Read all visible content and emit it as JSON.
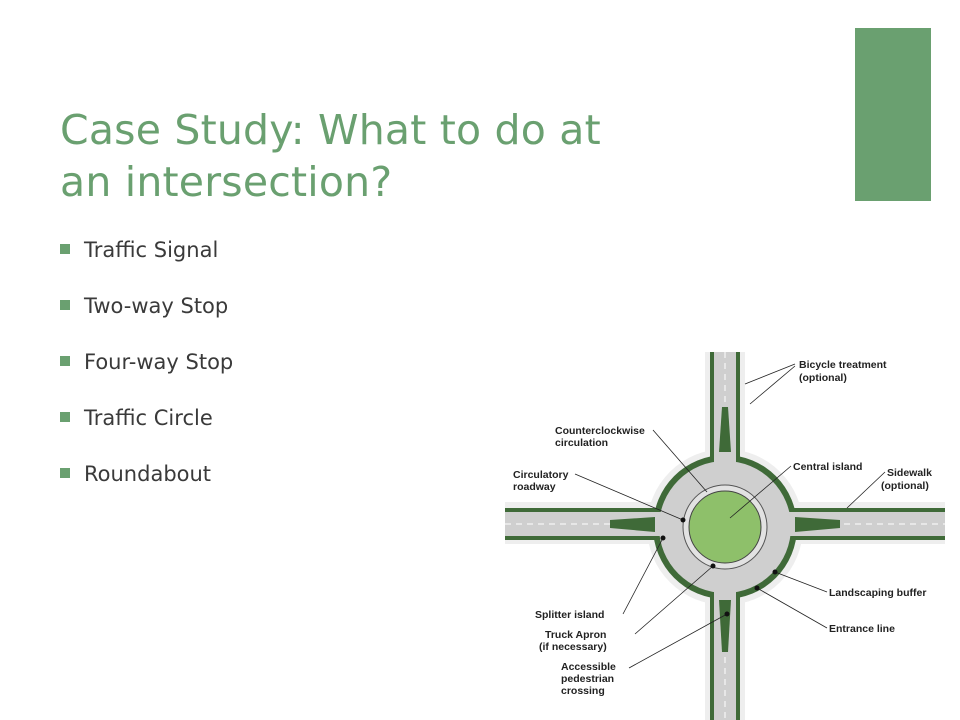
{
  "slide": {
    "title_line1": "Case Study: What to do at",
    "title_line2": "an intersection?",
    "bullets": [
      "Traffic Signal",
      "Two-way Stop",
      "Four-way Stop",
      "Traffic Circle",
      "Roundabout"
    ]
  },
  "diagram": {
    "labels": {
      "bicycle_1": "Bicycle treatment",
      "bicycle_2": "(optional)",
      "ccw_1": "Counterclockwise",
      "ccw_2": "circulation",
      "central_island": "Central island",
      "circ_1": "Circulatory",
      "circ_2": "roadway",
      "sidewalk_1": "Sidewalk",
      "sidewalk_2": "(optional)",
      "landscaping": "Landscaping buffer",
      "splitter": "Splitter island",
      "entrance": "Entrance line",
      "truck_1": "Truck Apron",
      "truck_2": "(if necessary)",
      "ped_1": "Accessible",
      "ped_2": "pedestrian",
      "ped_3": "crossing"
    }
  },
  "colors": {
    "accent": "#6aa070",
    "island": "#8ec06a",
    "road": "#cfcfcf",
    "buffer": "#3f6a38"
  }
}
